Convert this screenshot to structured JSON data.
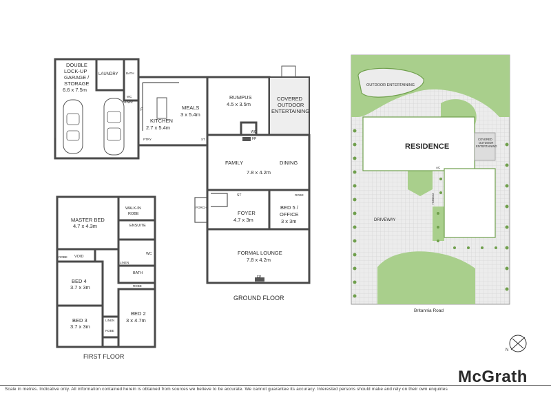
{
  "brand": {
    "name": "McGrath"
  },
  "footer": {
    "disclaimer": "Scale in metres. Indicative only. All information contained herein is obtained from sources we believe to be accurate. We cannot guarantee its accuracy. Interested persons should make and rely on their own enquiries"
  },
  "ground_floor": {
    "caption": "GROUND FLOOR",
    "rooms": {
      "garage_l1": "DOUBLE",
      "garage_l2": "LOCK-UP",
      "garage_l3": "GARAGE /",
      "garage_l4": "STORAGE",
      "garage_dim": "6.6 x 7.5m",
      "laundry": "LAUNDRY",
      "bath": "BATH",
      "wc_small": "WC",
      "shwr": "SHWR",
      "kitchen": "KITCHEN",
      "kitchen_dim": "2.7 x 5.4m",
      "meals": "MEALS",
      "meals_dim": "3 x 5.4m",
      "ptry": "PTRY",
      "f": "F",
      "st": "ST",
      "rumpus": "RUMPUS",
      "rumpus_dim": "4.5 x 3.5m",
      "covered_l1": "COVERED",
      "covered_l2": "OUTDOOR",
      "covered_l3": "ENTERTAINING",
      "wc": "WC",
      "fp": "FP",
      "family": "FAMILY",
      "dining": "DINING",
      "family_dim": "7.8 x 4.2m",
      "porch": "PORCH",
      "st2": "ST",
      "foyer": "FOYER",
      "foyer_dim": "4.7 x 3m",
      "robe": "ROBE",
      "bed5_l1": "BED 5 /",
      "bed5_l2": "OFFICE",
      "bed5_dim": "3 x 3m",
      "formal": "FORMAL LOUNGE",
      "formal_dim": "7.8 x 4.2m",
      "fp2": "FP"
    }
  },
  "first_floor": {
    "caption": "FIRST FLOOR",
    "rooms": {
      "walkin_l1": "WALK-IN",
      "walkin_l2": "ROBE",
      "master": "MASTER BED",
      "master_dim": "4.7 x 4.3m",
      "ensuite": "ENSUITE",
      "robe1": "ROBE",
      "void": "VOID",
      "linen": "LINEN",
      "wc": "WC",
      "bath": "BATH",
      "robe2": "ROBE",
      "bed4": "BED 4",
      "bed4_dim": "3.7 x 3m",
      "bed2": "BED 2",
      "bed2_dim": "3 x 4.7m",
      "bed3": "BED 3",
      "bed3_dim": "3.7 x 3m",
      "linen2": "LINEN",
      "robe3": "ROBE"
    }
  },
  "site_plan": {
    "residence": "RESIDENCE",
    "outdoor_entertaining": "OUTDOOR ENTERTAINING",
    "covered_l1": "COVERED",
    "covered_l2": "OUTDOOR",
    "covered_l3": "ENTERTAINING",
    "driveway": "DRIVEWAY",
    "porch": "PORCH",
    "ac": "AC",
    "road": "Britannia Road",
    "compass_n": "N"
  },
  "colors": {
    "lawn": "#a9cf8c",
    "paving": "#e6e6e6",
    "hedge": "#6f9f4c",
    "wall": "#4a4a4a"
  }
}
